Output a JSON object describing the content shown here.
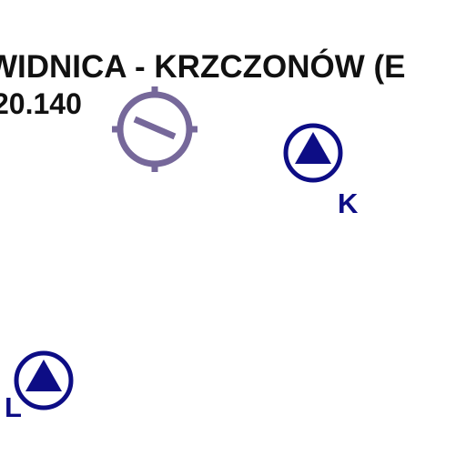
{
  "aerodrome": {
    "name": "WIDNICA - KRZCZONÓW (E",
    "frequency": "20.140",
    "symbol_icon": "aerodrome-symbol-icon",
    "text_color": "#111111",
    "symbol_color": "#76689a"
  },
  "reporting_points": [
    {
      "id": "K",
      "label": "K",
      "icon": "reporting-point-triangle-icon",
      "color": "#0d0d85"
    },
    {
      "id": "L",
      "label": "L",
      "icon": "reporting-point-triangle-icon",
      "color": "#0d0d85"
    }
  ]
}
